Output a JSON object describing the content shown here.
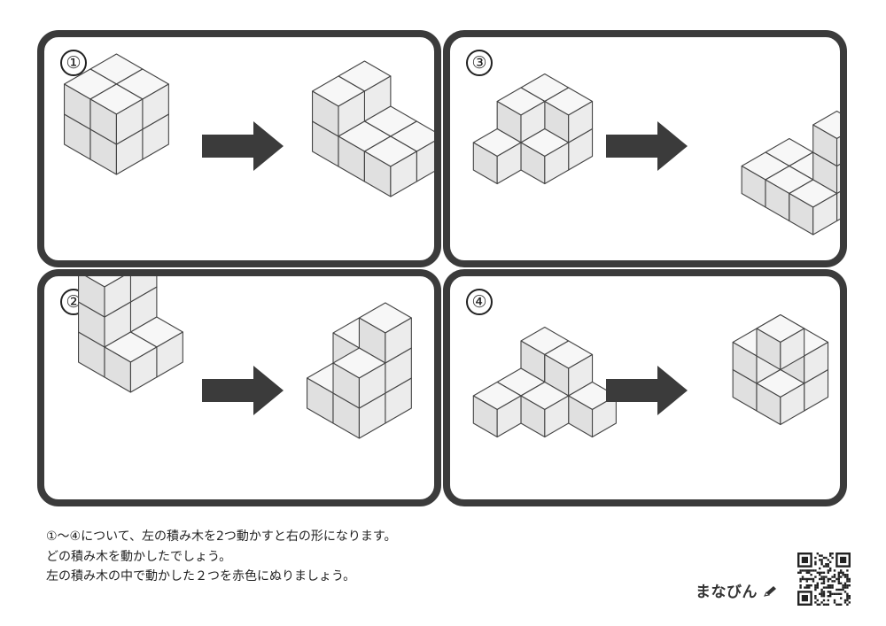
{
  "panels": [
    {
      "number": "①"
    },
    {
      "number": "③"
    },
    {
      "number": "②"
    },
    {
      "number": "④"
    }
  ],
  "instructions": [
    "①〜④について、左の積み木を2つ動かすと右の形になります。",
    "どの積み木を動かしたでしょう。",
    "左の積み木の中で動かした２つを赤色にぬりましょう。"
  ],
  "logo": {
    "text": "まなびん",
    "icon": "pencil-icon"
  },
  "qr": {
    "icon": "qr-code-icon"
  },
  "colors": {
    "frame": "#3b3b3b",
    "arrow": "#3b3b3b",
    "cube_top": "#f7f7f7",
    "cube_left": "#e0e0e0",
    "cube_right": "#ececec",
    "edge": "#444444"
  }
}
